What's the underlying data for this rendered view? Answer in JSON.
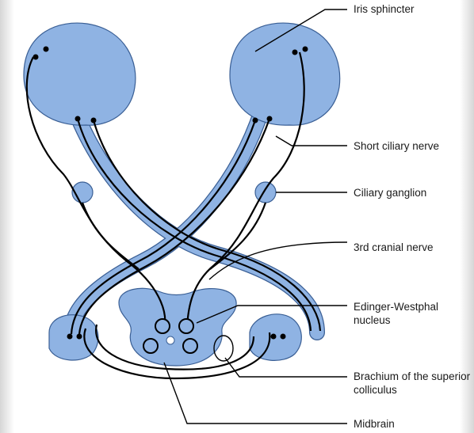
{
  "diagram": {
    "labels": {
      "iris_sphincter": "Iris sphincter",
      "short_ciliary_nerve": "Short ciliary nerve",
      "ciliary_ganglion": "Ciliary ganglion",
      "cranial_nerve": "3rd cranial nerve",
      "edinger_westphal": "Edinger-Westphal nucleus",
      "brachium": "Brachium of the superior colliculus",
      "midbrain": "Midbrain"
    },
    "colors": {
      "structure_fill": "#8fb3e3",
      "structure_outline": "#2f4f7f",
      "nerve_line": "#000000",
      "leader_line": "#000000"
    }
  }
}
